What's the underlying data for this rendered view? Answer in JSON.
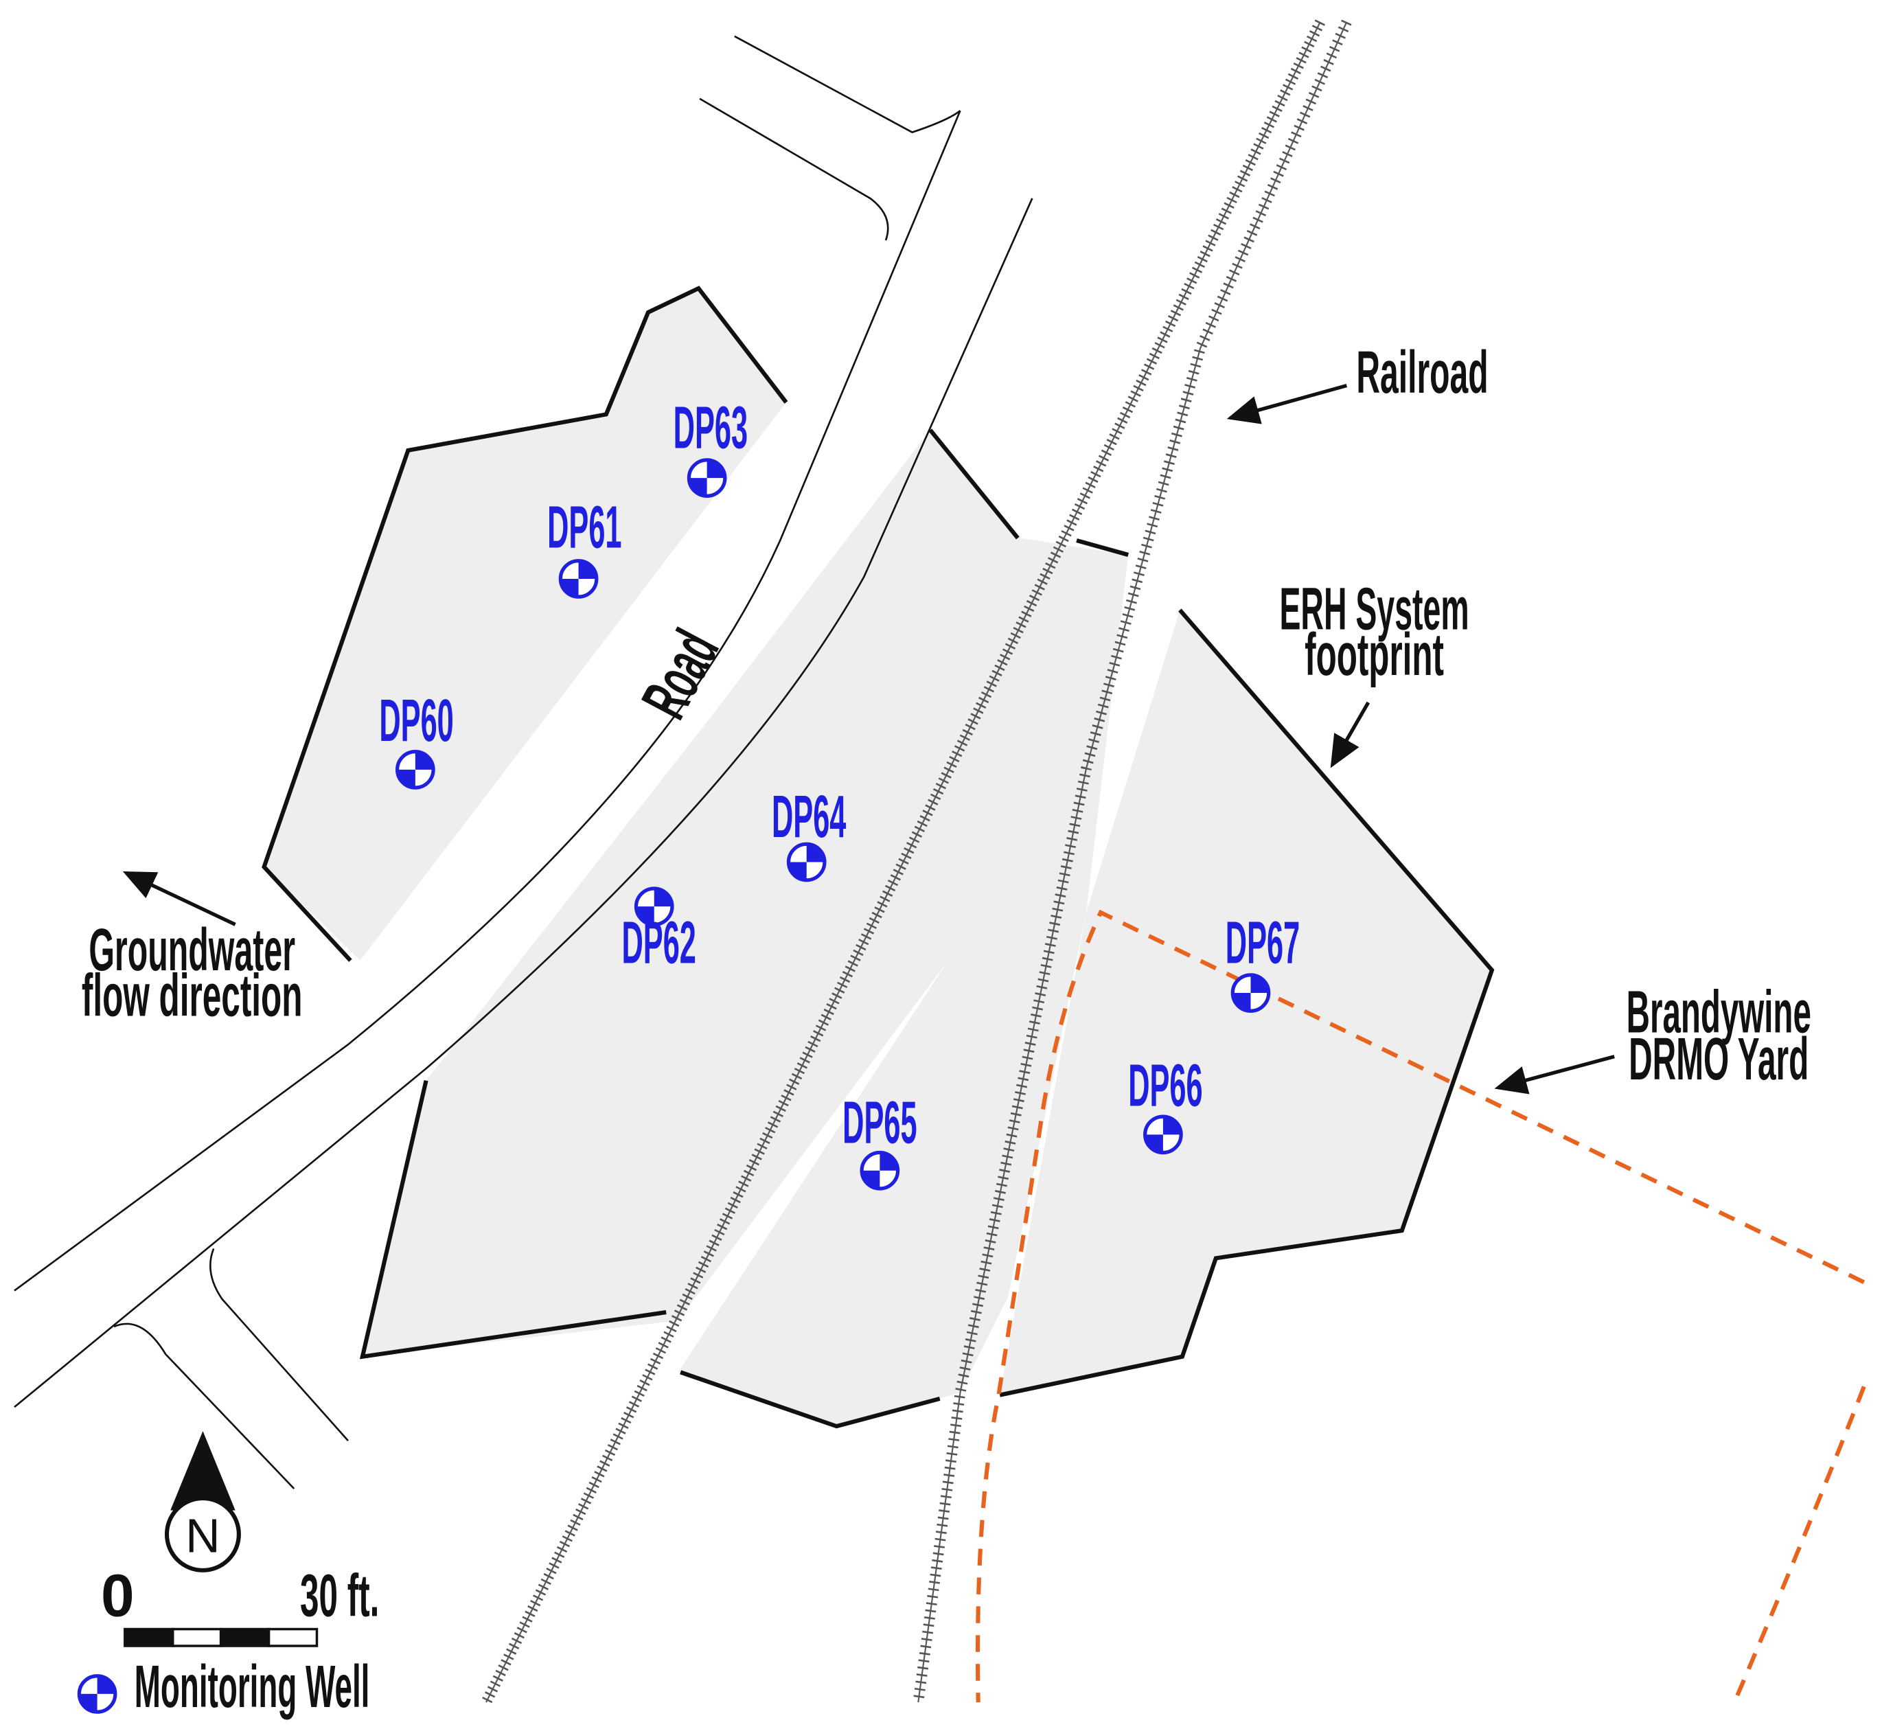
{
  "labels": {
    "railroad": "Railroad",
    "road": "Road",
    "erh_line1": "ERH System",
    "erh_line2": "footprint",
    "brandywine_line1": "Brandywine",
    "brandywine_line2": "DRMO Yard",
    "gw_line1": "Groundwater",
    "gw_line2": "flow direction"
  },
  "wells": [
    {
      "id": "DP60"
    },
    {
      "id": "DP61"
    },
    {
      "id": "DP62"
    },
    {
      "id": "DP63"
    },
    {
      "id": "DP64"
    },
    {
      "id": "DP65"
    },
    {
      "id": "DP66"
    },
    {
      "id": "DP67"
    }
  ],
  "north_arrow": {
    "letter": "N"
  },
  "scale_bar": {
    "start_label": "0",
    "end_label": "30 ft."
  },
  "legend": {
    "monitoring_well": "Monitoring Well"
  },
  "colors": {
    "well_blue": "#1f1fe0",
    "footprint_fill": "#eeeeee",
    "boundary_orange": "#e8641e",
    "line_black": "#111111"
  }
}
